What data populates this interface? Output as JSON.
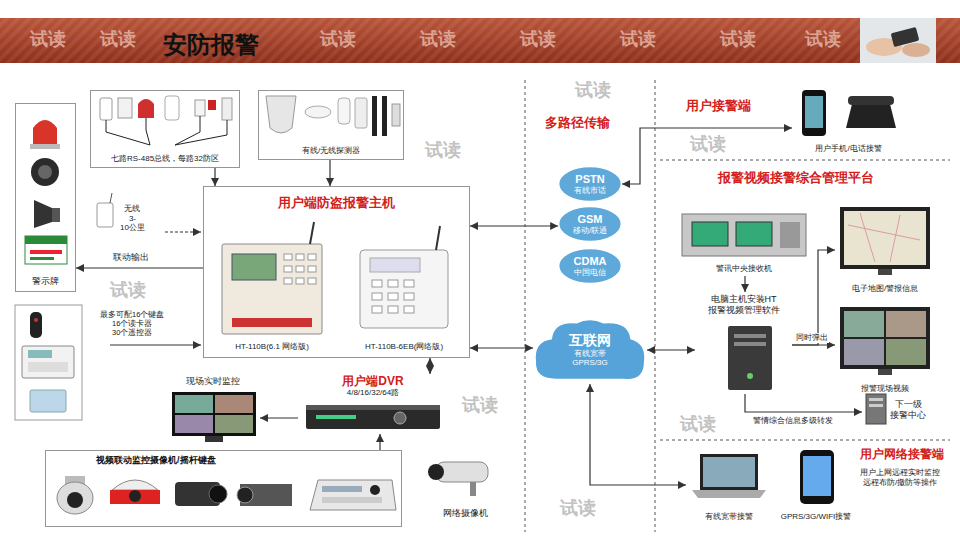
{
  "diagram": {
    "title": "安防报警",
    "nodes": [
      {
        "text": [
          "七路RS-485总线，每路32防区"
        ]
      },
      {
        "text": [
          "有线/无线探测器"
        ]
      },
      {
        "text": [
          "警示牌"
        ]
      },
      {
        "text": [
          "用户端防盗报警主机"
        ]
      },
      {
        "text": [
          "HT-110B(6.1 网络版)"
        ],
        "in": 3
      },
      {
        "text": [
          "HT-110B-6EB(网络版)"
        ],
        "in": 3
      },
      {
        "text": [
          "用户端DVR",
          "4/8/16/32/64路"
        ]
      },
      {
        "text": [
          "现场实时监控"
        ]
      },
      {
        "text": [
          "视频联动监控摄像机/摇杆键盘"
        ]
      },
      {
        "text": [
          "网络摄像机"
        ]
      },
      {
        "text": [
          "PSTN",
          "有线市话"
        ]
      },
      {
        "text": [
          "GSM",
          "移动/联通"
        ]
      },
      {
        "text": [
          "CDMA",
          "中国电信"
        ]
      },
      {
        "text": [
          "互联网",
          "有线宽带 GPRS/3G"
        ]
      },
      {
        "text": [
          "用户手机/电话接警"
        ]
      },
      {
        "text": [
          "警讯中央接收机"
        ]
      },
      {
        "text": [
          "电脑主机安装HT 报警视频管理软件"
        ]
      },
      {
        "text": [
          "电子地图/警报信息"
        ]
      },
      {
        "text": [
          "报警现场视频"
        ]
      },
      {
        "text": [
          "下一级 接警中心"
        ]
      },
      {
        "text": [
          "有线宽带接警"
        ]
      },
      {
        "text": [
          "GPRS/3G/WIFI接警"
        ]
      }
    ],
    "edges": [
      {
        "from": 0,
        "to": 3,
        "arrow": "to"
      },
      {
        "from": 1,
        "to": 3,
        "arrow": "to"
      },
      {
        "from": 3,
        "to": 2,
        "label": "联动输出",
        "arrow": "to"
      },
      {
        "from": 3,
        "to": 11,
        "arrow": "both"
      },
      {
        "from": 3,
        "to": 13,
        "arrow": "both"
      },
      {
        "from": 3,
        "to": 6,
        "arrow": "both"
      },
      {
        "from": 6,
        "to": 7,
        "arrow": "to"
      },
      {
        "from": 8,
        "to": 6,
        "arrow": "to"
      },
      {
        "from": 10,
        "to": 14,
        "arrow": "both"
      },
      {
        "from": 13,
        "to": 16,
        "arrow": "both"
      },
      {
        "from": 13,
        "to": 20,
        "arrow": "both"
      },
      {
        "from": 15,
        "to": 16,
        "arrow": "to"
      },
      {
        "from": 16,
        "to": 17,
        "arrow": "to"
      },
      {
        "from": 16,
        "to": 18,
        "label": "同时弹出",
        "arrow": "to"
      },
      {
        "from": 16,
        "to": 19,
        "label": "警情综合信息多级转发",
        "arrow": "to"
      }
    ],
    "labels": [
      "无线 3-10公里",
      "最多可配16个键盘 16个读卡器 30个遥控器",
      "多路径传输",
      "用户接警端",
      "报警视频接警综合管理平台",
      "用户网络接警端",
      "用户上网远程实时监控 远程布防/撤防等操作",
      "试读",
      "试读",
      "试读",
      "试读",
      "试读",
      "试读",
      "试读",
      "试读",
      "试读",
      "试读",
      "试读",
      "试读",
      "试读",
      "试读",
      "试读"
    ]
  }
}
